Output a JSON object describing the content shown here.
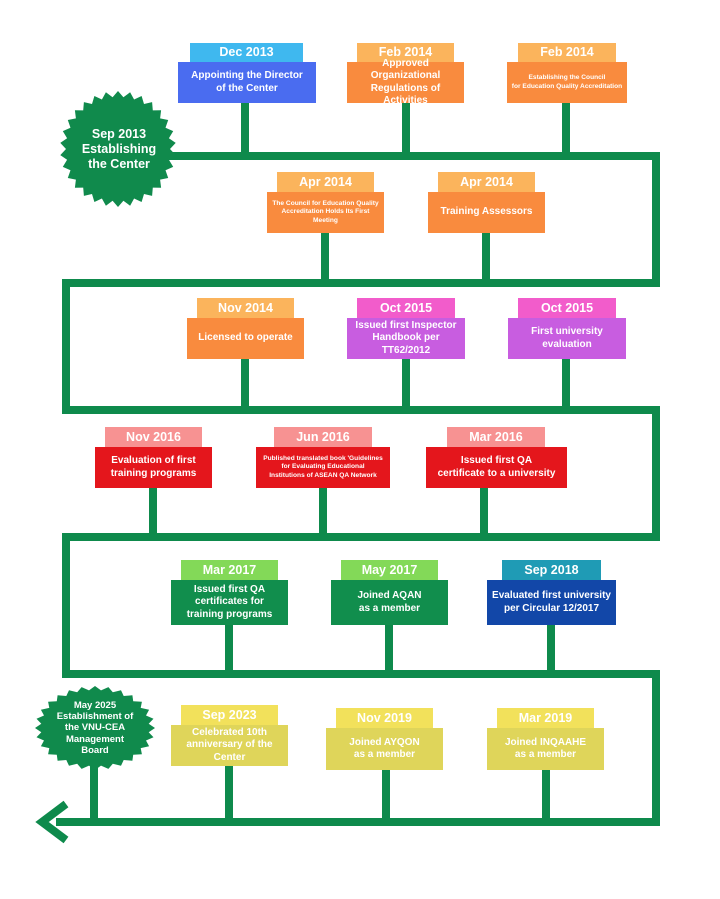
{
  "colors": {
    "track": "#0e8a4c",
    "badge": "#108a4c"
  },
  "badges": {
    "start": {
      "text": "Sep 2013\nEstablishing\nthe Center"
    },
    "end": {
      "text": "May 2025\nEstablishment of\nthe VNU-CEA\nManagement\nBoard"
    }
  },
  "events": [
    {
      "date": "Dec 2013",
      "text": "Appointing the Director\nof the Center",
      "date_color": "#3fb8ef",
      "box_color": "#4a6cf0"
    },
    {
      "date": "Feb 2014",
      "text": "Approved Organizational\nRegulations of Activities",
      "date_color": "#fbb45c",
      "box_color": "#f98b3e"
    },
    {
      "date": "Feb 2014",
      "text": "Establishing the Council\nfor Education Quality Accreditation",
      "date_color": "#fbb45c",
      "box_color": "#f98b3e"
    },
    {
      "date": "Apr 2014",
      "text": "The Council for Education Quality\nAccreditation Holds Its First Meeting",
      "date_color": "#fbb45c",
      "box_color": "#f98b3e"
    },
    {
      "date": "Apr 2014",
      "text": "Training Assessors",
      "date_color": "#fbb45c",
      "box_color": "#f98b3e"
    },
    {
      "date": "Nov 2014",
      "text": "Licensed to operate",
      "date_color": "#fbb45c",
      "box_color": "#f98b3e"
    },
    {
      "date": "Oct 2015",
      "text": "Issued first Inspector\nHandbook per TT62/2012",
      "date_color": "#f25ccb",
      "box_color": "#c85de0"
    },
    {
      "date": "Oct 2015",
      "text": "First university\nevaluation",
      "date_color": "#f25ccb",
      "box_color": "#c85de0"
    },
    {
      "date": "Nov 2016",
      "text": "Evaluation of first\ntraining programs",
      "date_color": "#f79292",
      "box_color": "#e4161c"
    },
    {
      "date": "Jun 2016",
      "text": "Published translated book 'Guidelines\nfor Evaluating Educational\nInstitutions of ASEAN QA Network",
      "date_color": "#f79292",
      "box_color": "#e4161c"
    },
    {
      "date": "Mar 2016",
      "text": "Issued first QA\ncertificate to a university",
      "date_color": "#f79292",
      "box_color": "#e4161c"
    },
    {
      "date": "Mar 2017",
      "text": "Issued first QA\ncertificates for\ntraining programs",
      "date_color": "#83d958",
      "box_color": "#118e4d"
    },
    {
      "date": "May 2017",
      "text": "Joined AQAN\nas a member",
      "date_color": "#83d958",
      "box_color": "#118e4d"
    },
    {
      "date": "Sep 2018",
      "text": "Evaluated first university\nper Circular 12/2017",
      "date_color": "#1f9bb5",
      "box_color": "#1247a8"
    },
    {
      "date": "Sep 2023",
      "text": "Celebrated 10th\nanniversary of the\nCenter",
      "date_color": "#f2e15b",
      "box_color": "#dfd55a"
    },
    {
      "date": "Nov 2019",
      "text": "Joined AYQON\nas a member",
      "date_color": "#f2e15b",
      "box_color": "#dfd55a"
    },
    {
      "date": "Mar 2019",
      "text": "Joined INQAAHE\nas a member",
      "date_color": "#f2e15b",
      "box_color": "#dfd55a"
    }
  ]
}
